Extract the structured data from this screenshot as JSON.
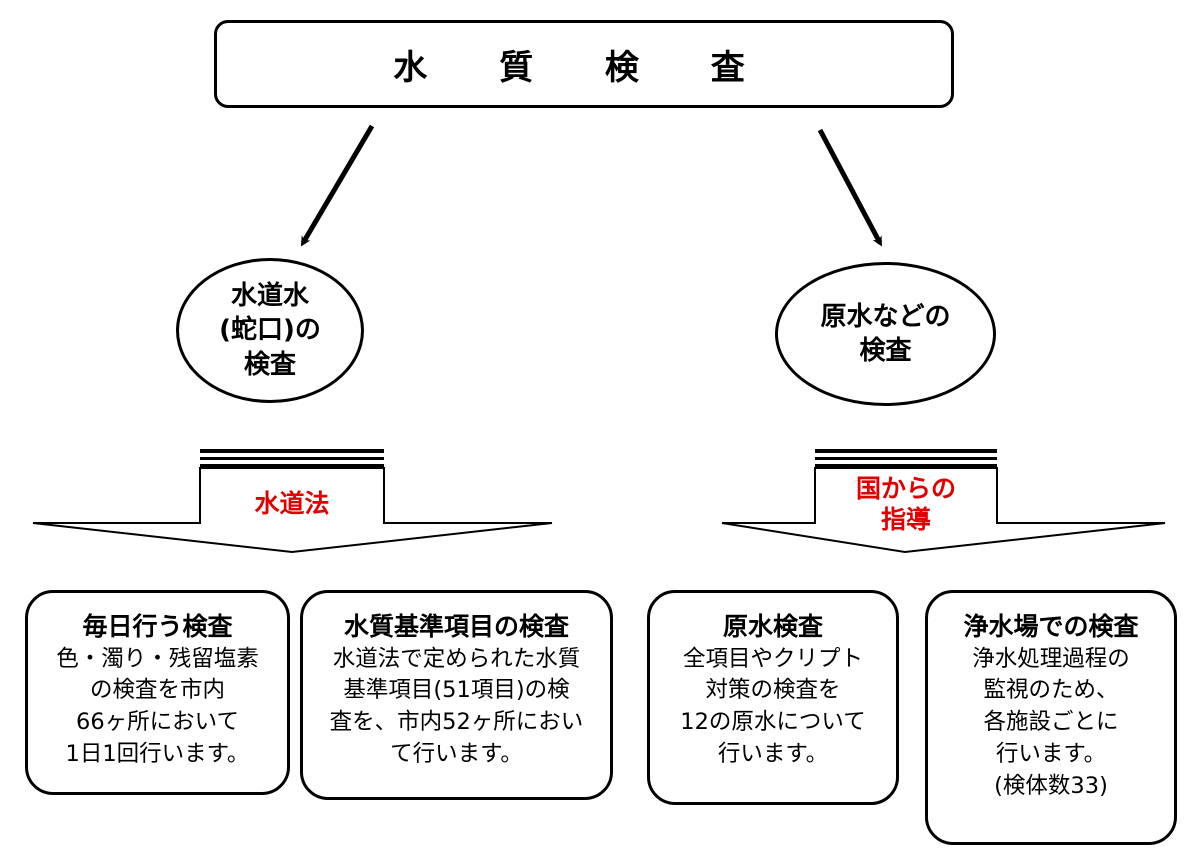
{
  "title": "水 質 検 査",
  "branches": {
    "left": {
      "ellipse_text": "水道水\n(蛇口)の\n検査",
      "law_label": "水道法"
    },
    "right": {
      "ellipse_text": "原水などの\n検査",
      "law_label": "国からの\n指導"
    }
  },
  "cards": [
    {
      "heading": "毎日行う検査",
      "body": "色・濁り・残留塩素\nの検査を市内\n66ヶ所において\n1日1回行います。"
    },
    {
      "heading": "水質基準項目の検査",
      "body": "水道法で定められた水質\n基準項目(51項目)の検\n査を、市内52ヶ所におい\nて行います。"
    },
    {
      "heading": "原水検査",
      "body": "全項目やクリプト\n対策の検査を\n12の原水について\n行います。"
    },
    {
      "heading": "浄水場での検査",
      "body": "浄水処理過程の\n監視のため、\n各施設ごとに\n行います。\n(検体数33)"
    }
  ],
  "colors": {
    "law_text": "#e00000",
    "line": "#000000"
  }
}
